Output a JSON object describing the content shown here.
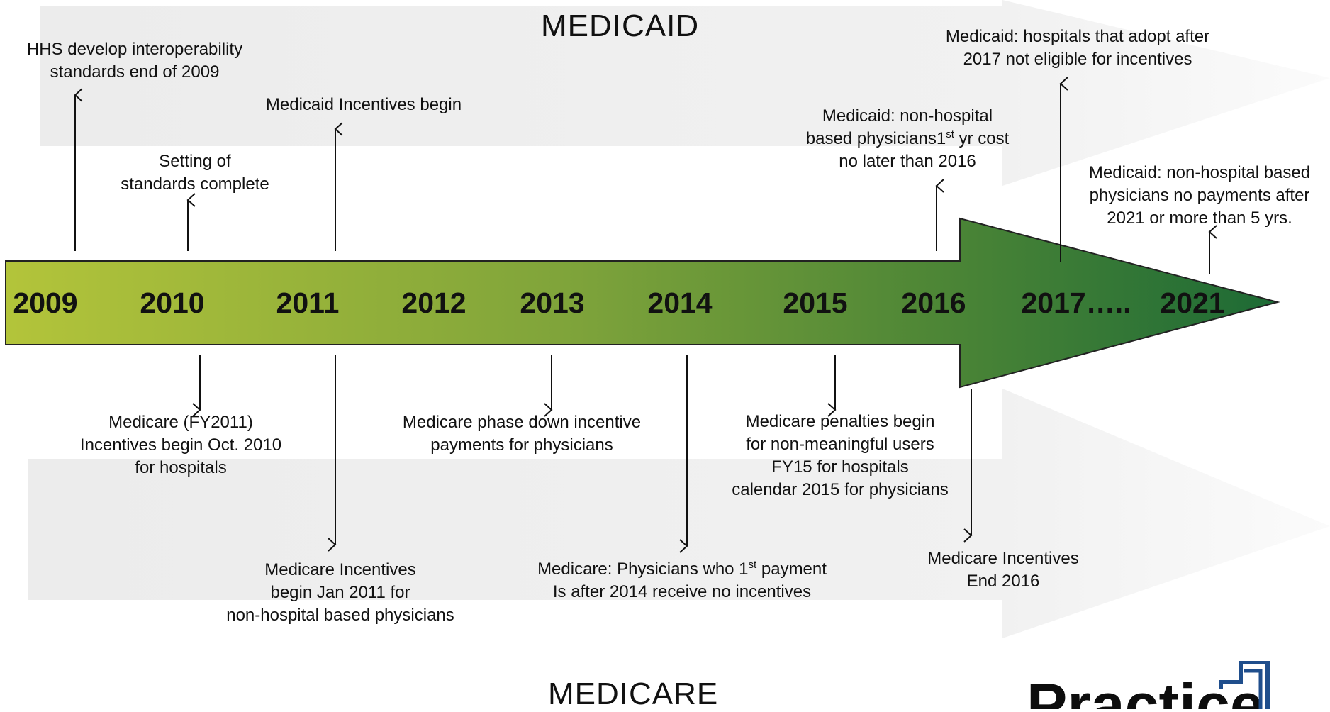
{
  "bands": {
    "top_title": "MEDICAID",
    "bottom_title": "MEDICARE"
  },
  "timeline": {
    "years": [
      "2009",
      "2010",
      "2011",
      "2012",
      "2013",
      "2014",
      "2015",
      "2016",
      "2017…..",
      "2021"
    ],
    "gradient_start": "#b3c43a",
    "gradient_end": "#1d6a35"
  },
  "events_above": [
    {
      "lines": [
        "HHS develop interoperability",
        "standards end of 2009"
      ]
    },
    {
      "lines": [
        "Setting of",
        "standards complete"
      ]
    },
    {
      "lines": [
        "Medicaid Incentives begin"
      ]
    },
    {
      "pre": "Medicaid: non-hospital",
      "line2_a": "based physicians1",
      "line2_sup": "st",
      "line2_b": " yr cost",
      "line3": "no later than 2016"
    },
    {
      "lines": [
        "Medicaid: hospitals that adopt after",
        "2017 not eligible for incentives"
      ]
    },
    {
      "lines": [
        "Medicaid: non-hospital based",
        "physicians no payments after",
        "2021 or more than 5 yrs."
      ]
    }
  ],
  "events_below": [
    {
      "lines": [
        "Medicare (FY2011)",
        "Incentives begin Oct. 2010",
        "for hospitals"
      ]
    },
    {
      "lines": [
        "Medicare Incentives",
        "begin Jan 2011 for",
        "non-hospital based physicians"
      ]
    },
    {
      "lines": [
        "Medicare phase down incentive",
        "payments for physicians"
      ]
    },
    {
      "line1_a": "Medicare: Physicians who 1",
      "line1_sup": "st",
      "line1_b": " payment",
      "line2": "Is after 2014 receive no incentives"
    },
    {
      "lines": [
        "Medicare penalties begin",
        "for non-meaningful users",
        "FY15 for hospitals",
        "calendar 2015 for physicians"
      ]
    },
    {
      "lines": [
        "Medicare Incentives",
        "End 2016"
      ]
    }
  ],
  "logo": {
    "text": "Practice",
    "mark": "1",
    "mark_color": "#1f4e8c"
  }
}
